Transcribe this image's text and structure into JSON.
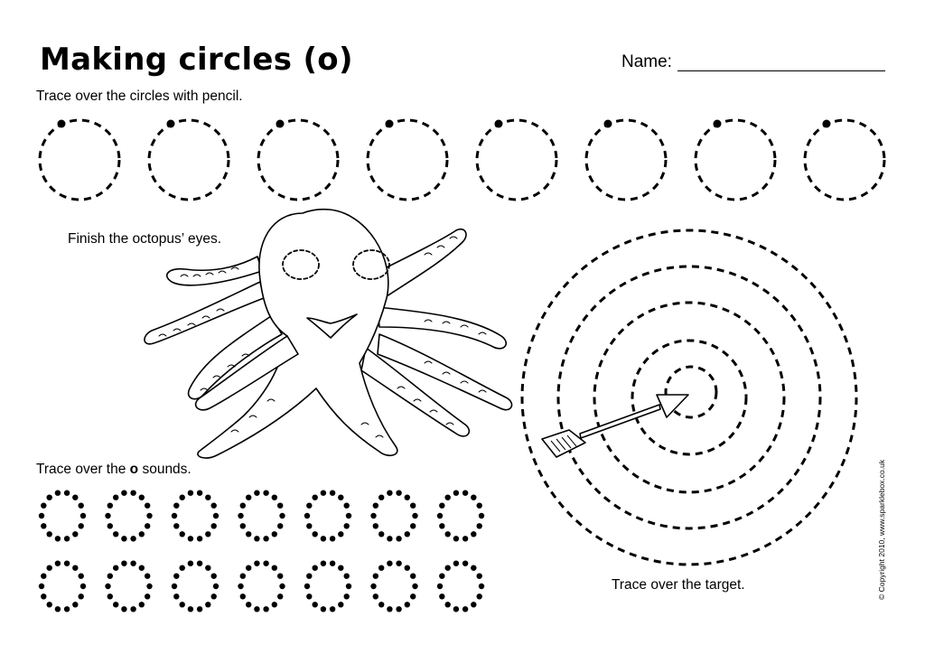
{
  "header": {
    "title": "Making circles (o)",
    "name_label": "Name:"
  },
  "instructions": {
    "trace_circles": "Trace over the circles with pencil.",
    "finish_eyes": "Finish the octopus’ eyes.",
    "trace_o_prefix": "Trace over the ",
    "trace_o_letter": "o",
    "trace_o_suffix": " sounds.",
    "trace_target": "Trace over the target."
  },
  "footer": {
    "copyright": "© Copyright 2010, www.sparklebox.co.uk"
  },
  "colors": {
    "ink": "#000000",
    "paper": "#ffffff"
  },
  "icons": [
    "octopus-illustration",
    "arrow-illustration",
    "target-circles"
  ]
}
